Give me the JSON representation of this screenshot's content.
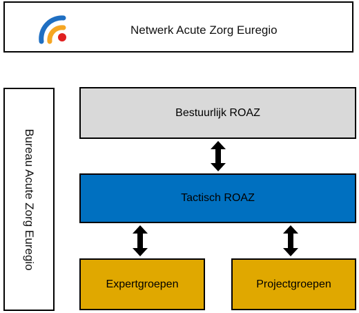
{
  "header": {
    "title": "Netwerk Acute Zorg Euregio"
  },
  "sidebar": {
    "label": "Bureau Acute Zorg Euregio"
  },
  "boxes": {
    "bestuurlijk": "Bestuurlijk ROAZ",
    "tactisch": "Tactisch ROAZ",
    "expert": "Expertgroepen",
    "project": "Projectgroepen"
  },
  "colors": {
    "bestuurlijk": "#d9d9d9",
    "tactisch": "#0070c0",
    "groups": "#e0a800",
    "logo_blue": "#1f6fc2",
    "logo_orange": "#f5a623",
    "logo_red": "#e02020"
  },
  "icons": {
    "logo": "network-logo-icon",
    "arrow": "double-arrow-icon"
  }
}
